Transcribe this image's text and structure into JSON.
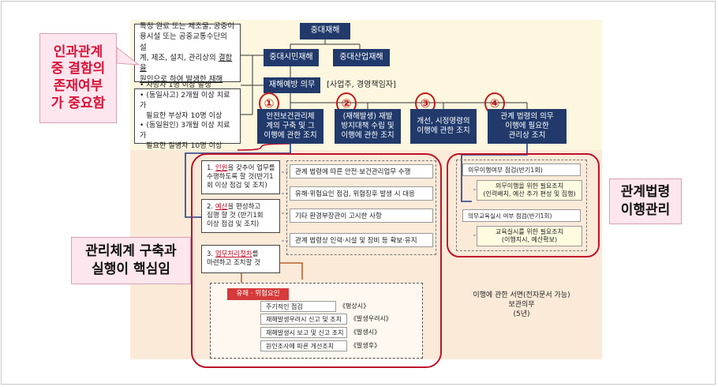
{
  "top": {
    "root": "중대재해",
    "citizen": "중대시민재해",
    "industrial": "중대산업재해",
    "prevention_duty": "재해예방 의무",
    "duty_holder": "[사업주, 경영책임자]"
  },
  "definition": {
    "line1": "특정 원료 또는 제조물, 공중이",
    "line2": "용시설 또는 공중교통수단의 설",
    "line3_a": "계, 제조, 설치, 관리상의 ",
    "line3_b": "결함을",
    "line4": "원인으로 하여 발생한 재해"
  },
  "criteria": {
    "items": [
      "• 사망자 1명 이상 발생",
      "• (동일사고) 2개월 이상 치료가",
      "필요한 부상자 10명 이상",
      "• (동일원인) 3개월 이상 치료가",
      "필요한 질병자 10명 이상"
    ]
  },
  "left_note": {
    "line1": "인과관계",
    "line2": "중 결함의",
    "line3": "존재여부",
    "line4": "가 중요함"
  },
  "duties": [
    {
      "num": "①",
      "line1": "안전보건관리체",
      "line2": "계의 구축 및 그",
      "line3": "이행에 관한 조치"
    },
    {
      "num": "②",
      "line1": "(재해발생) 재발",
      "line2": "방지대책 수립 및",
      "line3": "이행에 관한 조치"
    },
    {
      "num": "③",
      "line1": "개선, 시정명령의",
      "line2": "이행에 관한 조치",
      "line3": ""
    },
    {
      "num": "④",
      "line1": "관계 법령의 의무",
      "line2": "이행에 필요한",
      "line3": "관리상 조치"
    }
  ],
  "system": {
    "step1_a": "1. ",
    "step1_b": "인원",
    "step1_c": "을 갖추어 업무를",
    "step1_d": "수행하도록 할 것(반기1",
    "step1_e": "회 이상 점검 및 조치)",
    "step2_a": "2. ",
    "step2_b": "예산",
    "step2_c": "을 편성하고",
    "step2_d": "집행 할 것 (반기1회",
    "step2_e": "이상 점검 및 조치)",
    "step3_a": "3. ",
    "step3_b": "업무처리절차",
    "step3_c": "를",
    "step3_d": "마련하고 조치할 것",
    "right_items": [
      "관계 법령에 따른 안전·보건관리업무 수행",
      "유해·위험요인 점검, 위험징후 발생 시 대응",
      "기타 환경부장관이 고시한 사항",
      "관계 법령상 인력·시설 및 장비 등 확보·유지"
    ]
  },
  "hazard": {
    "title": "유해 · 위험요인",
    "rows": [
      {
        "label": "주기적인 점검",
        "note": "《평상시》"
      },
      {
        "label": "재해발생우려시 신고 및 조치",
        "note": "《발생우려시》"
      },
      {
        "label": "재해발생시 보고 및 신고 조치",
        "note": "《발생시》"
      },
      {
        "label": "원인조사에 따른 개선조치",
        "note": "《발생후》"
      }
    ]
  },
  "law": {
    "item1": "의무이행여부 점검(반기1회)",
    "item2_l1": "의무이행을 위한 필요조치",
    "item2_l2": "(인력배치, 예산 추가 편성 및 집행)",
    "item3": "의무교육실시 여부 점검(반기1회)",
    "item4_l1": "교육실시를 위한 필요조치",
    "item4_l2": "(이행지시, 예산확보)"
  },
  "record": {
    "line1": "이행에 관한 서면(전자문서 가능)",
    "line2": "보관의무",
    "line3": "(5년)"
  },
  "callout_system": {
    "line1": "관리체계 구축과",
    "line2": "실행이 핵심임"
  },
  "callout_law": {
    "line1": "관계법령",
    "line2": "이행관리"
  },
  "colors": {
    "navy": "#213a6b",
    "red": "#c0102a",
    "bg_top": "#fdf7df",
    "bg_bottom": "#fbead8",
    "note_pink": "#fde6ee"
  }
}
